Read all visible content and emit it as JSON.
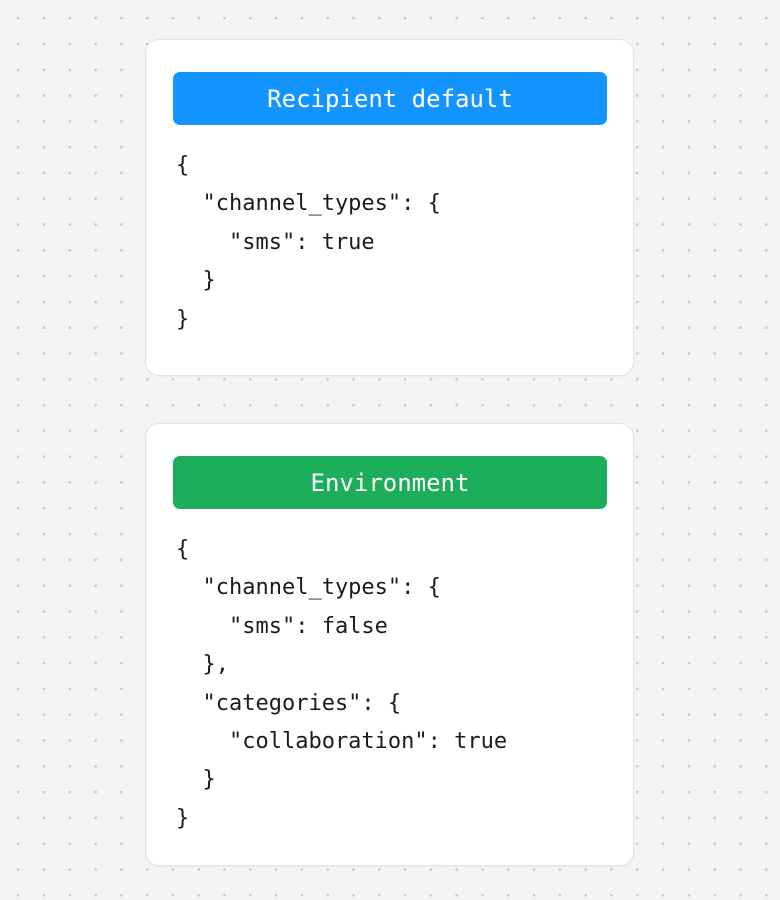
{
  "page": {
    "background_color": "#f4f4f4",
    "dot_color": "#c8c8cc"
  },
  "cards": [
    {
      "id": "recipient-default",
      "banner_label": "Recipient default",
      "banner_color": "#1494ff",
      "body_text": "{\n  \"channel_types\": {\n    \"sms\": true\n  }\n}"
    },
    {
      "id": "environment",
      "banner_label": "Environment",
      "banner_color": "#1cae5b",
      "body_text": "{\n  \"channel_types\": {\n    \"sms\": false\n  },\n  \"categories\": {\n    \"collaboration\": true\n  }\n}"
    }
  ]
}
